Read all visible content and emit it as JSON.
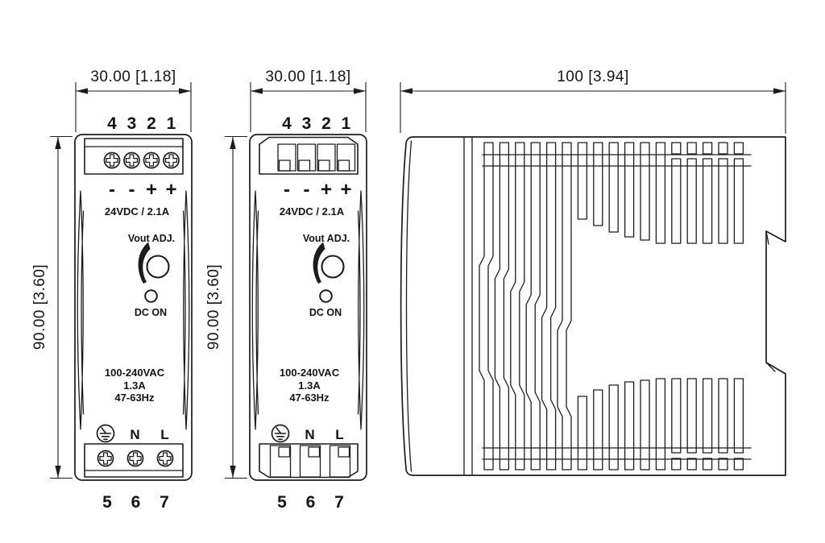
{
  "dimensions": {
    "front_width": "30.00 [1.18]",
    "side_depth": "100 [3.94]",
    "height": "90.00 [3.60]"
  },
  "front_panel": {
    "top_terminal_numbers": [
      "4",
      "3",
      "2",
      "1"
    ],
    "top_terminal_polarity": [
      "-",
      "-",
      "+",
      "+"
    ],
    "output_rating": "24VDC / 2.1A",
    "adjust_label": "Vout ADJ.",
    "led_label": "DC ON",
    "input_rating_line1": "100-240VAC",
    "input_rating_line2": "1.3A",
    "input_rating_line3": "47-63Hz",
    "bottom_terminal_labels": [
      "N",
      "L"
    ],
    "bottom_terminal_numbers": [
      "5",
      "6",
      "7"
    ]
  },
  "icons": {
    "ground": "earth-ground-icon",
    "screw": "phillips-screw-icon",
    "knob": "vout-adjust-knob",
    "led": "dc-on-led"
  },
  "colors": {
    "line": "#1c1c1c",
    "background": "#ffffff"
  }
}
